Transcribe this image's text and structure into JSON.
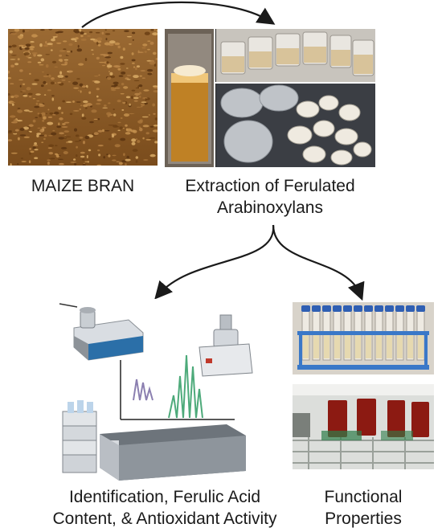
{
  "labels": {
    "maize_bran": "MAIZE BRAN",
    "extraction_line1": "Extraction of Ferulated",
    "extraction_line2": "Arabinoxylans",
    "identification_line1": "Identification, Ferulic Acid",
    "identification_line2": "Content, & Antioxidant Activity",
    "functional_line1": "Functional",
    "functional_line2": "Properties"
  },
  "colors": {
    "arrow": "#1a1a1a",
    "bran_brown": "#8a5a25",
    "extract_amber": "#c98a2a",
    "foil_silver": "#bfc3c8",
    "tube_cap_blue": "#2f5fb3",
    "rack_blue": "#3a78c8",
    "gel_red": "#8c1a12",
    "instrument_blue": "#2b6fa8",
    "chromatogram_purple": "#8b7fb0",
    "chromatogram_green": "#4daa7a"
  }
}
